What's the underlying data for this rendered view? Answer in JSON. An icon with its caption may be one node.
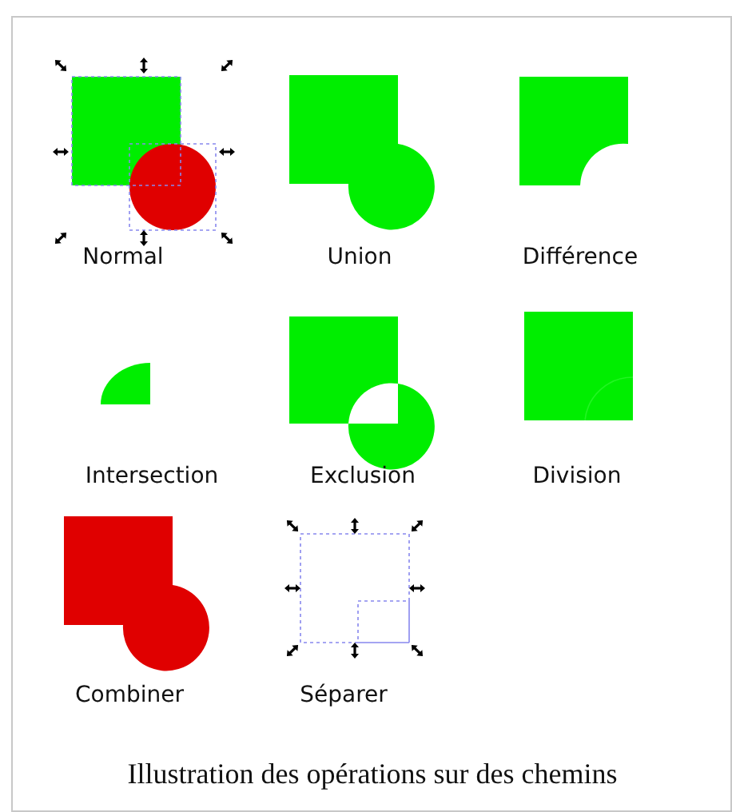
{
  "diagram": {
    "caption": "Illustration des opérations sur des chemins",
    "labels": [
      "Normal",
      "Union",
      "Différence",
      "Intersection",
      "Exclusion",
      "Division",
      "Combiner",
      "Séparer"
    ]
  }
}
